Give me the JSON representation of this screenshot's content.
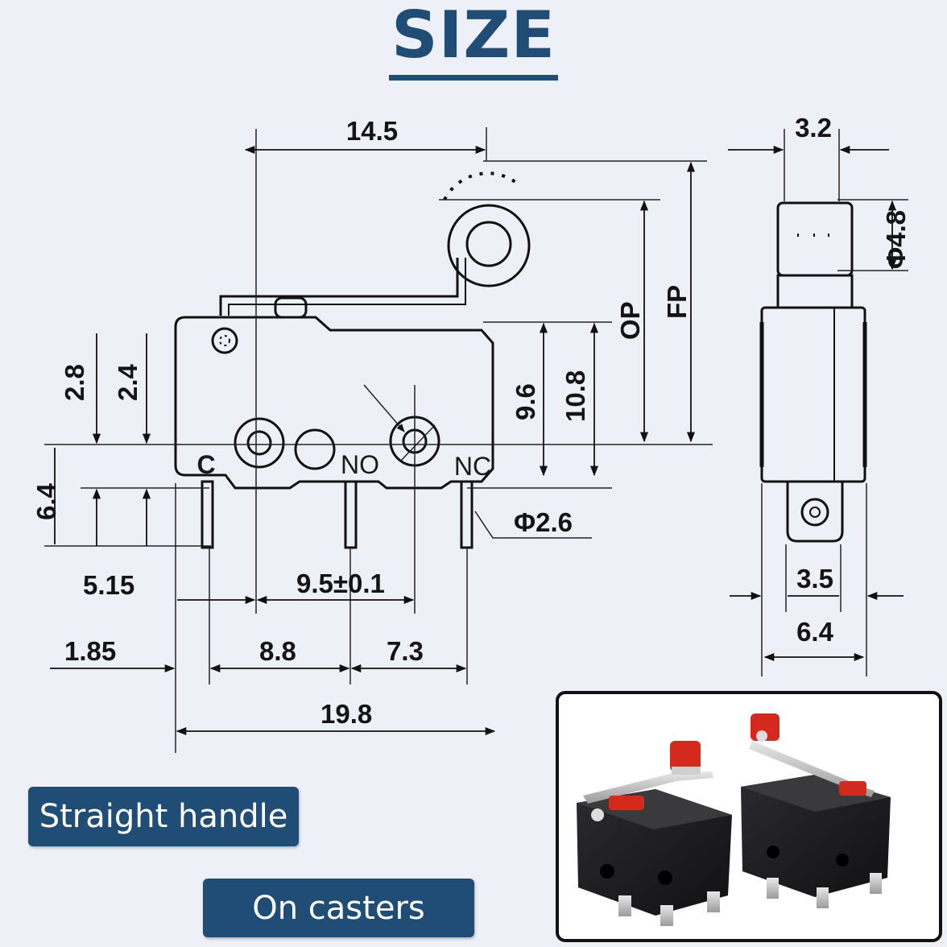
{
  "title": "SIZE",
  "labels": {
    "straight_handle": "Straight handle",
    "on_casters": "On casters"
  },
  "terminals": {
    "c": "C",
    "no": "NO",
    "nc": "NC"
  },
  "dimensions": {
    "d14_5": "14.5",
    "d3_2": "3.2",
    "phi4_8": "Φ4.8",
    "op": "OP",
    "fp": "FP",
    "d2_8": "2.8",
    "d2_4": "2.4",
    "d9_6": "9.6",
    "d10_8": "10.8",
    "d6_4_left": "6.4",
    "phi2_6": "Φ2.6",
    "d5_15": "5.15",
    "d9_5": "9.5±0.1",
    "d1_85": "1.85",
    "d8_8": "8.8",
    "d7_3": "7.3",
    "d19_8": "19.8",
    "d3_5": "3.5",
    "d6_4_side": "6.4"
  },
  "colors": {
    "accent": "#1f4d75",
    "switch_body": "#1c1c1e",
    "roller": "#d42a1e"
  }
}
